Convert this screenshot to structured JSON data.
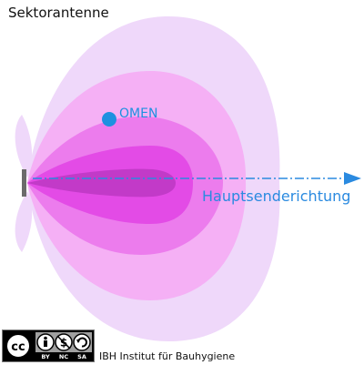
{
  "title": "Sektorantenne",
  "labels": {
    "device": "OMEN",
    "direction": "Hauptsenderichtung"
  },
  "colors": {
    "zone_outer": "#efd8fa",
    "zone_2": "#f5b0f5",
    "zone_3": "#ec7ced",
    "zone_4": "#e34be6",
    "zone_core": "#c23ac8",
    "device_dot": "#1e90e0",
    "arrow": "#2a8ae0",
    "antenna": "#6b6b6b"
  },
  "footer": {
    "license": {
      "icons": [
        "cc-icon",
        "by-icon",
        "nc-icon",
        "sa-icon"
      ],
      "tags": [
        "BY",
        "NC",
        "SA"
      ]
    },
    "credit": "IBH Institut für Bauhygiene"
  }
}
